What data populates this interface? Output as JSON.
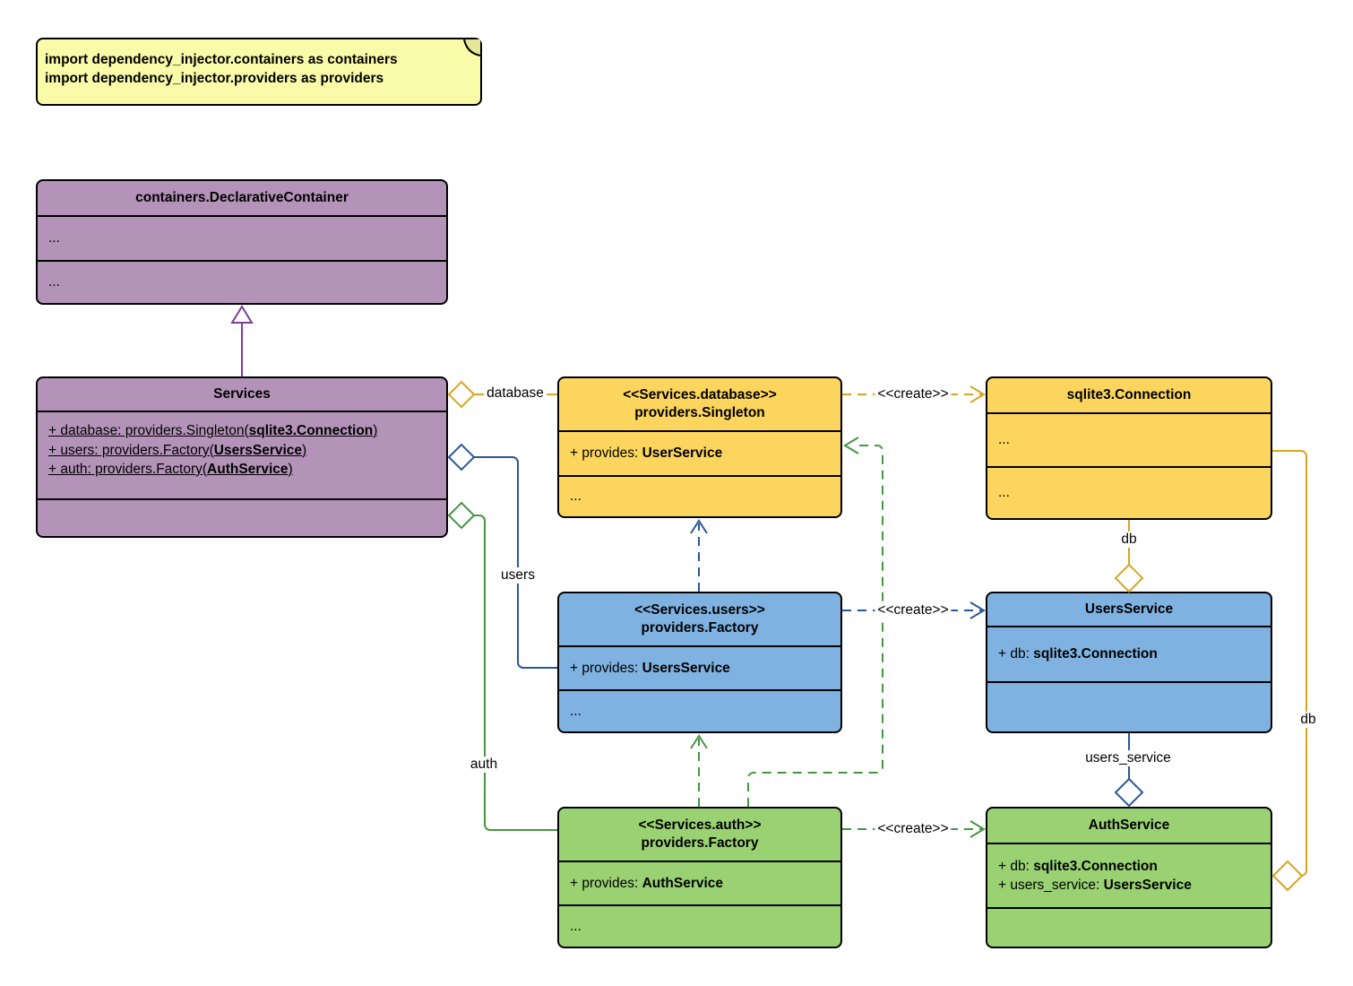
{
  "note": {
    "line1": "import dependency_injector.containers as containers",
    "line2": "import dependency_injector.providers as providers"
  },
  "classes": {
    "declarative": {
      "title": "containers.DeclarativeContainer",
      "row1": "...",
      "row2": "..."
    },
    "services": {
      "title": "Services",
      "attr1": {
        "pre": "+ database: providers.Singleton(",
        "bold": "sqlite3.Connection",
        "post": ")"
      },
      "attr2": {
        "pre": "+ users: providers.Factory(",
        "bold": "UsersService",
        "post": ")"
      },
      "attr3": {
        "pre": "+ auth: providers.Factory(",
        "bold": "AuthService",
        "post": ")"
      }
    },
    "singleton_database": {
      "stereotype": "<<Services.database>>",
      "title": "providers.Singleton",
      "provides_pre": "+ provides: ",
      "provides_type": "UserService",
      "more": "..."
    },
    "sqlite_connection": {
      "title": "sqlite3.Connection",
      "row1": "...",
      "row2": "..."
    },
    "factory_users": {
      "stereotype": "<<Services.users>>",
      "title": "providers.Factory",
      "provides_pre": "+ provides: ",
      "provides_type": "UsersService",
      "more": "..."
    },
    "users_service": {
      "title": "UsersService",
      "attr1": {
        "pre": "+ db: ",
        "bold": "sqlite3.Connection"
      }
    },
    "factory_auth": {
      "stereotype": "<<Services.auth>>",
      "title": "providers.Factory",
      "provides_pre": "+ provides: ",
      "provides_type": "AuthService",
      "more": "..."
    },
    "auth_service": {
      "title": "AuthService",
      "attr1": {
        "pre": "+ db: ",
        "bold": "sqlite3.Connection"
      },
      "attr2": {
        "pre": "+ users_service: ",
        "bold": "UsersService"
      }
    }
  },
  "edge_labels": {
    "database": "database",
    "users": "users",
    "auth": "auth",
    "create_database": "<<create>>",
    "create_users": "<<create>>",
    "create_auth": "<<create>>",
    "db_users": "db",
    "db_auth": "db",
    "users_service": "users_service"
  },
  "colors": {
    "purple_fill": "#b393b8",
    "purple_stroke": "#7d3d96",
    "gold_fill": "#fcd55f",
    "gold_stroke": "#d9a420",
    "blue_fill": "#7fb2e1",
    "blue_stroke": "#2a5798",
    "green_fill": "#9ad172",
    "green_stroke": "#459643",
    "note_fill": "#fafba9"
  }
}
